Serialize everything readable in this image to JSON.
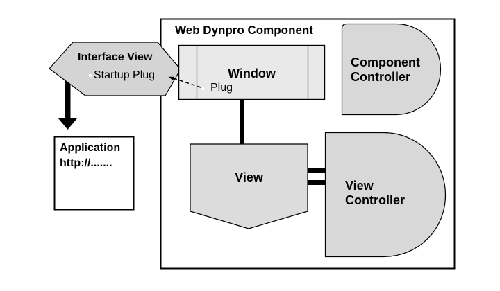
{
  "diagram": {
    "outer": {
      "title": "Web Dynpro Component"
    },
    "interface_view": {
      "label": "Interface View",
      "plug_label": "Startup Plug"
    },
    "window": {
      "label": "Window",
      "plug_label": "Plug"
    },
    "component_controller": {
      "label_line1": "Component",
      "label_line2": "Controller"
    },
    "view": {
      "label": "View"
    },
    "view_controller": {
      "label_line1": "View",
      "label_line2": "Controller"
    },
    "application": {
      "label_line1": "Application",
      "label_line2": "http://......."
    },
    "colors": {
      "hexagon_fill": "#d4d4d4",
      "window_fill": "#e9e9e9",
      "view_fill": "#dcdcdc",
      "controller_fill": "#d8d8d8",
      "box_fill": "#ffffff",
      "line_color": "#000000",
      "bullet_fill": "#ffffff"
    }
  }
}
